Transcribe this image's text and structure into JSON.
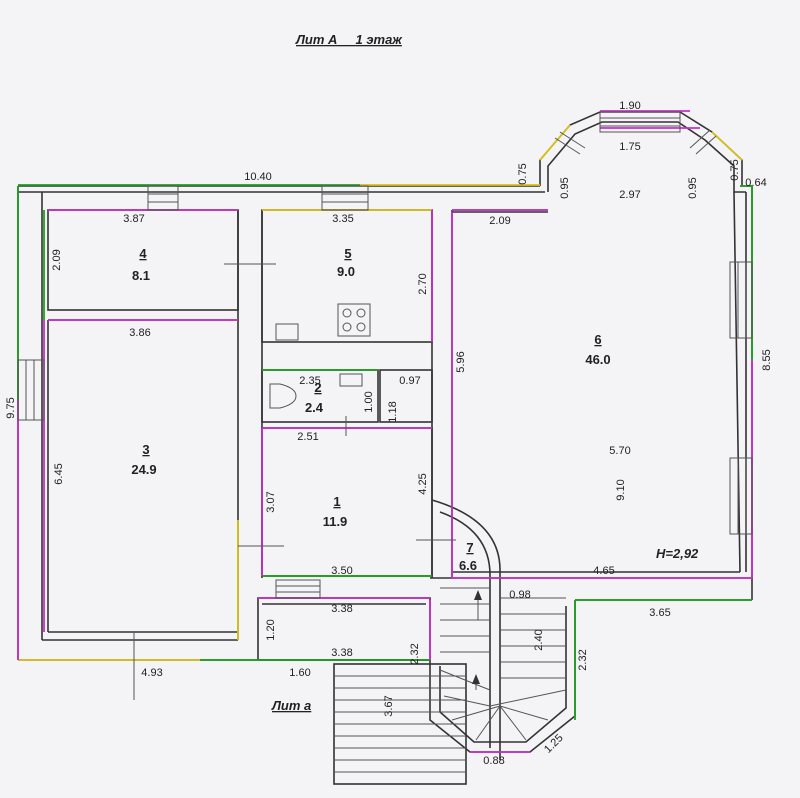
{
  "titles": {
    "main": "Лит А     1 этаж",
    "annex": "Лит а",
    "height": "H=2,92"
  },
  "rooms": [
    {
      "num": "1",
      "area": "11.9"
    },
    {
      "num": "2",
      "area": "2.4"
    },
    {
      "num": "3",
      "area": "24.9"
    },
    {
      "num": "4",
      "area": "8.1"
    },
    {
      "num": "5",
      "area": "9.0"
    },
    {
      "num": "6",
      "area": "46.0"
    },
    {
      "num": "7",
      "area": "6.6"
    }
  ],
  "dimensions": {
    "top_1_90": "1.90",
    "top_1_75": "1.75",
    "top_10_40": "10.40",
    "bay_0_75_left": "0.75",
    "bay_0_95_left": "0.95",
    "bay_2_97": "2.97",
    "bay_0_95_right": "0.95",
    "bay_0_75_right": "0.75",
    "bay_0_64": "0.64",
    "r4_3_87": "3.87",
    "r4_2_09": "2.09",
    "r5_3_35": "3.35",
    "r5_2_70": "2.70",
    "r6_2_09": "2.09",
    "r6_8_55": "8.55",
    "r6_5_96": "5.96",
    "r6_5_70": "5.70",
    "r6_9_10": "9.10",
    "r6_4_65": "4.65",
    "r6_3_65": "3.65",
    "left_9_75": "9.75",
    "r3_3_86": "3.86",
    "r3_6_45": "6.45",
    "bottom_4_93": "4.93",
    "bottom_1_60": "1.60",
    "r2_2_35": "2.35",
    "r2_1_00": "1.00",
    "r2_0_97": "0.97",
    "r2_1_18": "1.18",
    "r1_2_51": "2.51",
    "r1_3_07": "3.07",
    "r1_4_25": "4.25",
    "r1_3_50": "3.50",
    "porch_3_38_top": "3.38",
    "porch_1_20": "1.20",
    "porch_3_38_bottom": "3.38",
    "porch_2_32_left": "2.32",
    "porch_3_67": "3.67",
    "stair_0_98": "0.98",
    "stair_2_40": "2.40",
    "stair_2_32_right": "2.32",
    "stair_1_25": "1.25",
    "stair_0_88": "0.88"
  }
}
